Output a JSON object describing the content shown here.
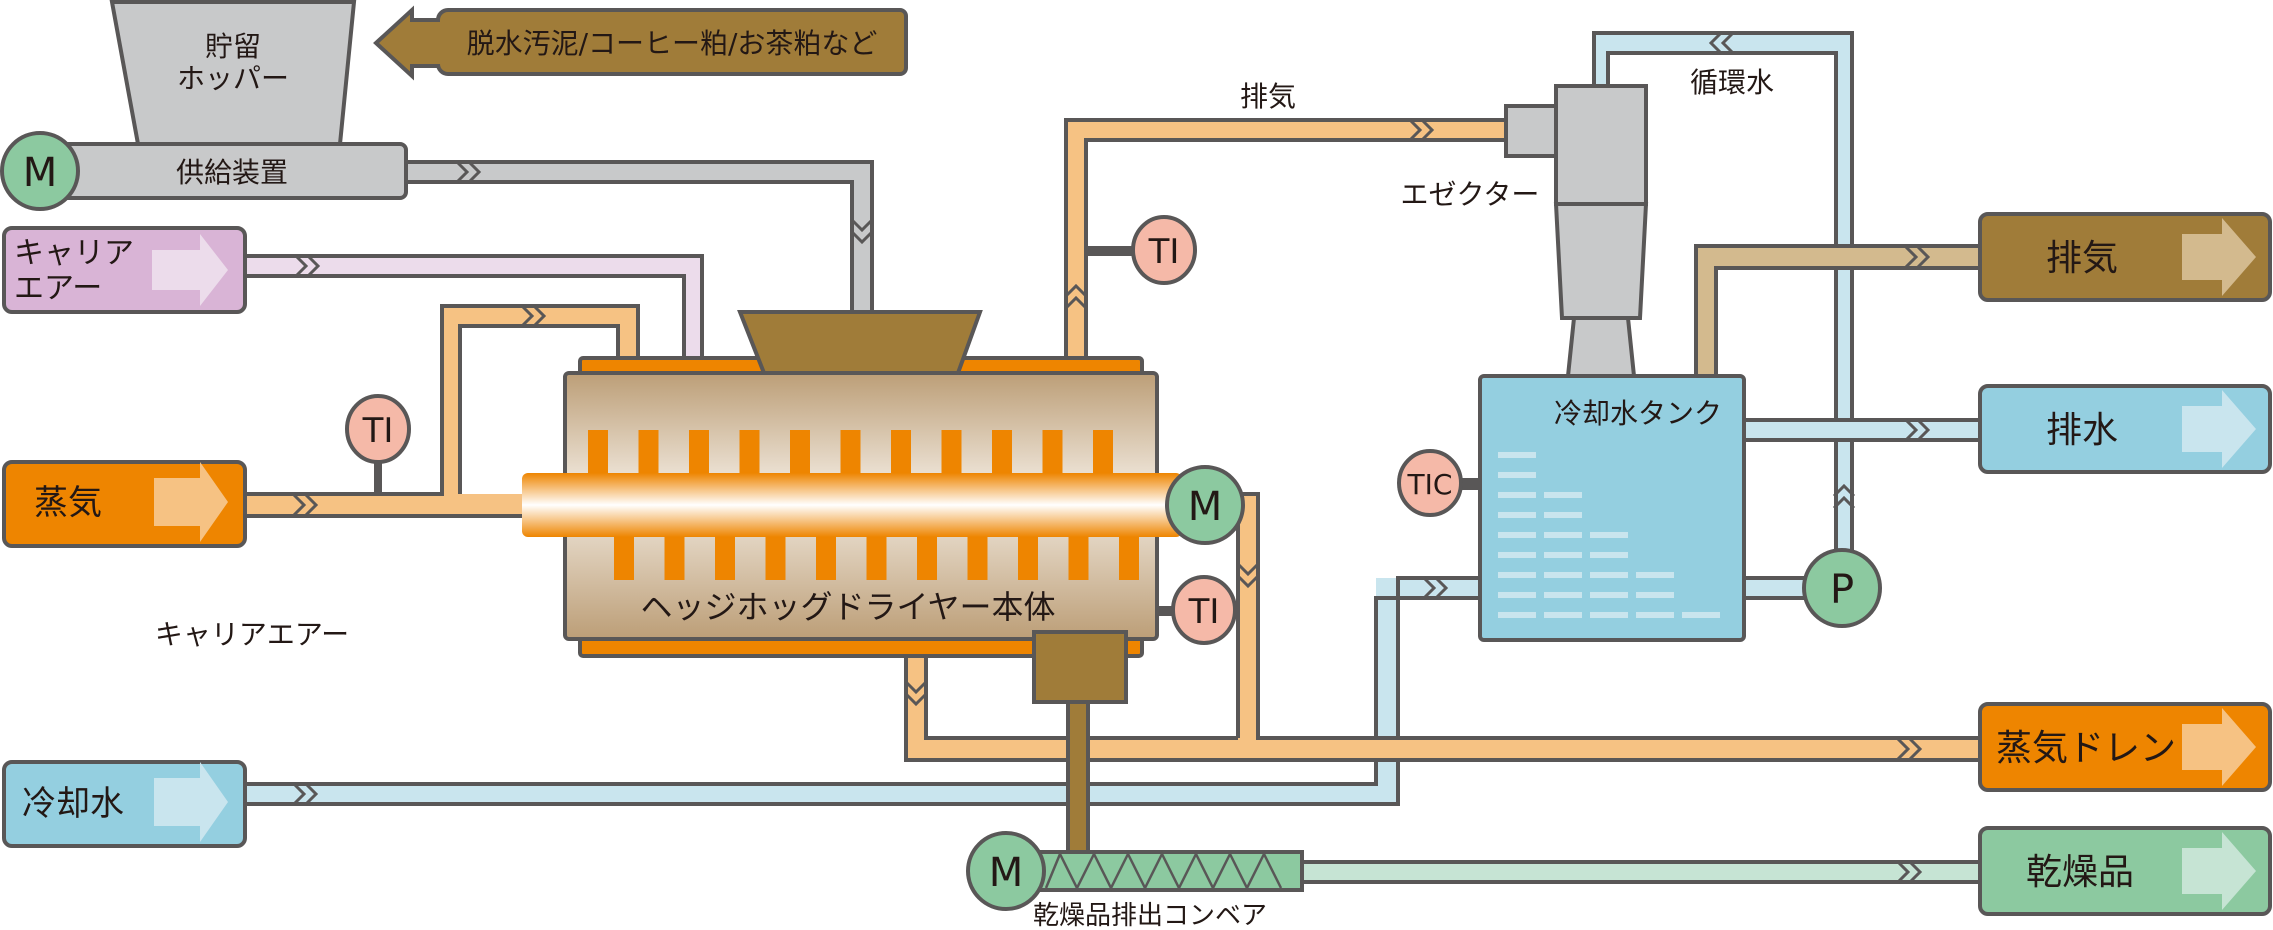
{
  "title": "ヘッジホッグドライヤー プロセスフロー",
  "colors": {
    "outline": "#595757",
    "steam": "#EE8500",
    "steam_pipe": "#F6C283",
    "water": "#94CFE0",
    "water_pipe": "#C9E5EE",
    "air": "#D9B4D6",
    "air_pipe": "#ECDCEB",
    "feed_gray": "#C8C9CA",
    "brown": "#A07C39",
    "exhaust_pipe": "#D3BA8E",
    "product": "#8CC9A0",
    "product_pipe": "#C6E4D4",
    "instrument": "#F5B9A8",
    "motor": "#8CC9A0"
  },
  "inputs": {
    "raw_material": "脱水汚泥/コーヒー粕/お茶粕など",
    "carrier_air": [
      "キャリア",
      "エアー"
    ],
    "steam": "蒸気",
    "cooling_water": "冷却水"
  },
  "equipment": {
    "hopper": [
      "貯留",
      "ホッパー"
    ],
    "feeder": "供給装置",
    "dryer": "ヘッジホッグドライヤー本体",
    "ejector": "エゼクター",
    "cooling_tank": "冷却水タンク",
    "discharge_conveyor": "乾燥品排出コンベア"
  },
  "instruments": {
    "motor": "M",
    "temp_indicator": "TI",
    "temp_controller": "TIC",
    "pump": "P"
  },
  "labels": {
    "exhaust": "排気",
    "circulating_water": "循環水",
    "carrier_air": "キャリアエアー"
  },
  "outputs": {
    "exhaust": "排気",
    "drain_water": "排水",
    "steam_drain": "蒸気ドレン",
    "dried_product": "乾燥品"
  }
}
